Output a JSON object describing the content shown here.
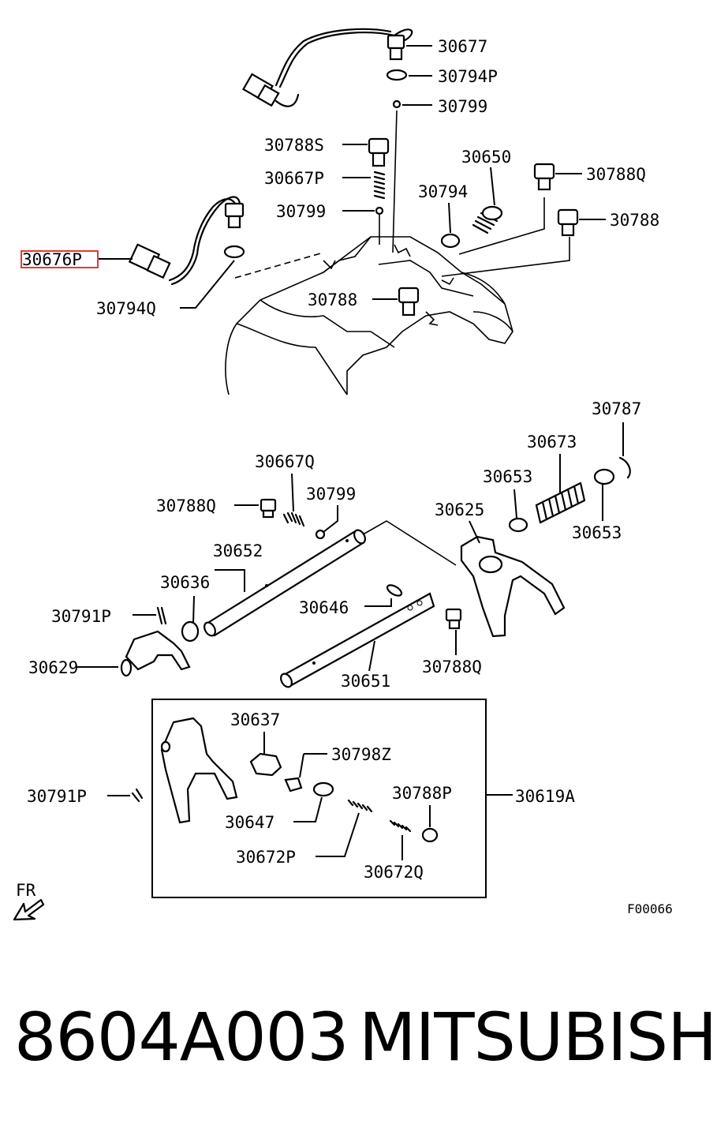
{
  "labels": {
    "l30677": "30677",
    "l30794P": "30794P",
    "l30799a": "30799",
    "l30788S": "30788S",
    "l30667P": "30667P",
    "l30799b": "30799",
    "l30650": "30650",
    "l30788Q_top": "30788Q",
    "l30794": "30794",
    "l30788_right": "30788",
    "l30676P": "30676P",
    "l30794Q": "30794Q",
    "l30788_mid": "30788",
    "l30787": "30787",
    "l30673": "30673",
    "l30653a": "30653",
    "l30653b": "30653",
    "l30625": "30625",
    "l30667Q": "30667Q",
    "l30799c": "30799",
    "l30788Q_left": "30788Q",
    "l30652": "30652",
    "l30636": "30636",
    "l30646": "30646",
    "l30791P_a": "30791P",
    "l30629": "30629",
    "l30788Q_fork": "30788Q",
    "l30651": "30651",
    "l30637": "30637",
    "l30798Z": "30798Z",
    "l30791P_b": "30791P",
    "l30788P": "30788P",
    "l30619A": "30619A",
    "l30647": "30647",
    "l30672P": "30672P",
    "l30672Q": "30672Q",
    "fr": "FR",
    "figure_code": "F00066"
  },
  "highlighted_part": "30676P",
  "colors": {
    "highlight": "#e53935",
    "line": "#000000"
  },
  "footer": {
    "part_number": "8604A003",
    "brand": "MITSUBISHI"
  }
}
